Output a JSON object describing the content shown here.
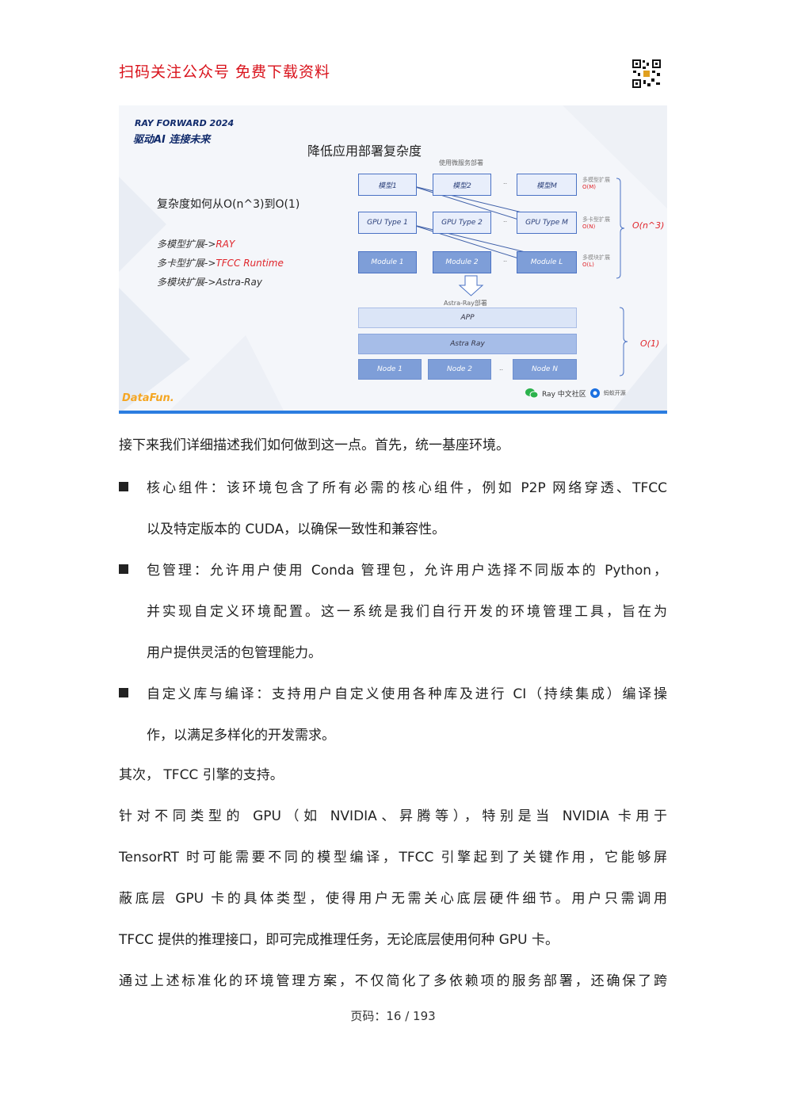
{
  "header": {
    "title": "扫码关注公众号  免费下载资料"
  },
  "slide": {
    "brand_line1": "RAY FORWARD 2024",
    "brand_line2": "驱动AI 连接未来",
    "title": "降低应用部署复杂度",
    "lead": "复杂度如何从O(n^3)到O(1)",
    "items": [
      {
        "prefix": "多模型扩展->",
        "value": "RAY"
      },
      {
        "prefix": "多卡型扩展->",
        "value": "TFCC Runtime"
      },
      {
        "prefix": "多模块扩展->Astra-Ray",
        "value": ""
      }
    ],
    "caption_top": "使用微服务部署",
    "row1": [
      "模型1",
      "模型2",
      "模型M"
    ],
    "row2": [
      "GPU Type 1",
      "GPU Type 2",
      "GPU Type M"
    ],
    "row3": [
      "Module 1",
      "Module 2",
      "Module L"
    ],
    "dots": "..",
    "side1": {
      "text": "多模型扩展",
      "value": "O(M)"
    },
    "side2": {
      "text": "多卡型扩展",
      "value": "O(N)"
    },
    "side3": {
      "text": "多模块扩展",
      "value": "O(L)"
    },
    "on3": "O(n^3)",
    "caption_mid": "Astra-Ray部署",
    "bar_app": "APP",
    "bar_astra": "Astra Ray",
    "nodes": [
      "Node 1",
      "Node 2",
      "Node N"
    ],
    "o1": "O(1)",
    "logo_data": "Data",
    "logo_fun": "Fun.",
    "partner": "Ray 中文社区",
    "partner2": "蚂蚁开源"
  },
  "body": {
    "intro": "接下来我们详细描述我们如何做到这一点。首先，统一基座环境。",
    "bullets": [
      [
        "核心组件：该环境包含了所有必需的核心组件，例如  P2P  网络穿透、TFCC",
        "以及特定版本的  CUDA，以确保一致性和兼容性。"
      ],
      [
        "包管理：允许用户使用  Conda  管理包，允许用户选择不同版本的  Python，",
        "并实现自定义环境配置。这一系统是我们自行开发的环境管理工具，旨在为",
        "用户提供灵活的包管理能力。"
      ],
      [
        "自定义库与编译：支持用户自定义使用各种库及进行  CI（持续集成）编译操",
        "作，以满足多样化的开发需求。"
      ]
    ],
    "second": "其次，  TFCC  引擎的支持。",
    "para_lines": [
      "针对不同类型的  GPU（如  NVIDIA、昇腾等），特别是当  NVIDIA  卡用于",
      "TensorRT  时可能需要不同的模型编译，TFCC  引擎起到了关键作用，它能够屏",
      "蔽底层  GPU  卡的具体类型，使得用户无需关心底层硬件细节。用户只需调用",
      "TFCC  提供的推理接口，即可完成推理任务，无论底层使用何种  GPU  卡。"
    ],
    "last_line": "通过上述标准化的环境管理方案，不仅简化了多依赖项的服务部署，还确保了跨"
  },
  "footer": {
    "page_text": "页码：16 / 193"
  }
}
